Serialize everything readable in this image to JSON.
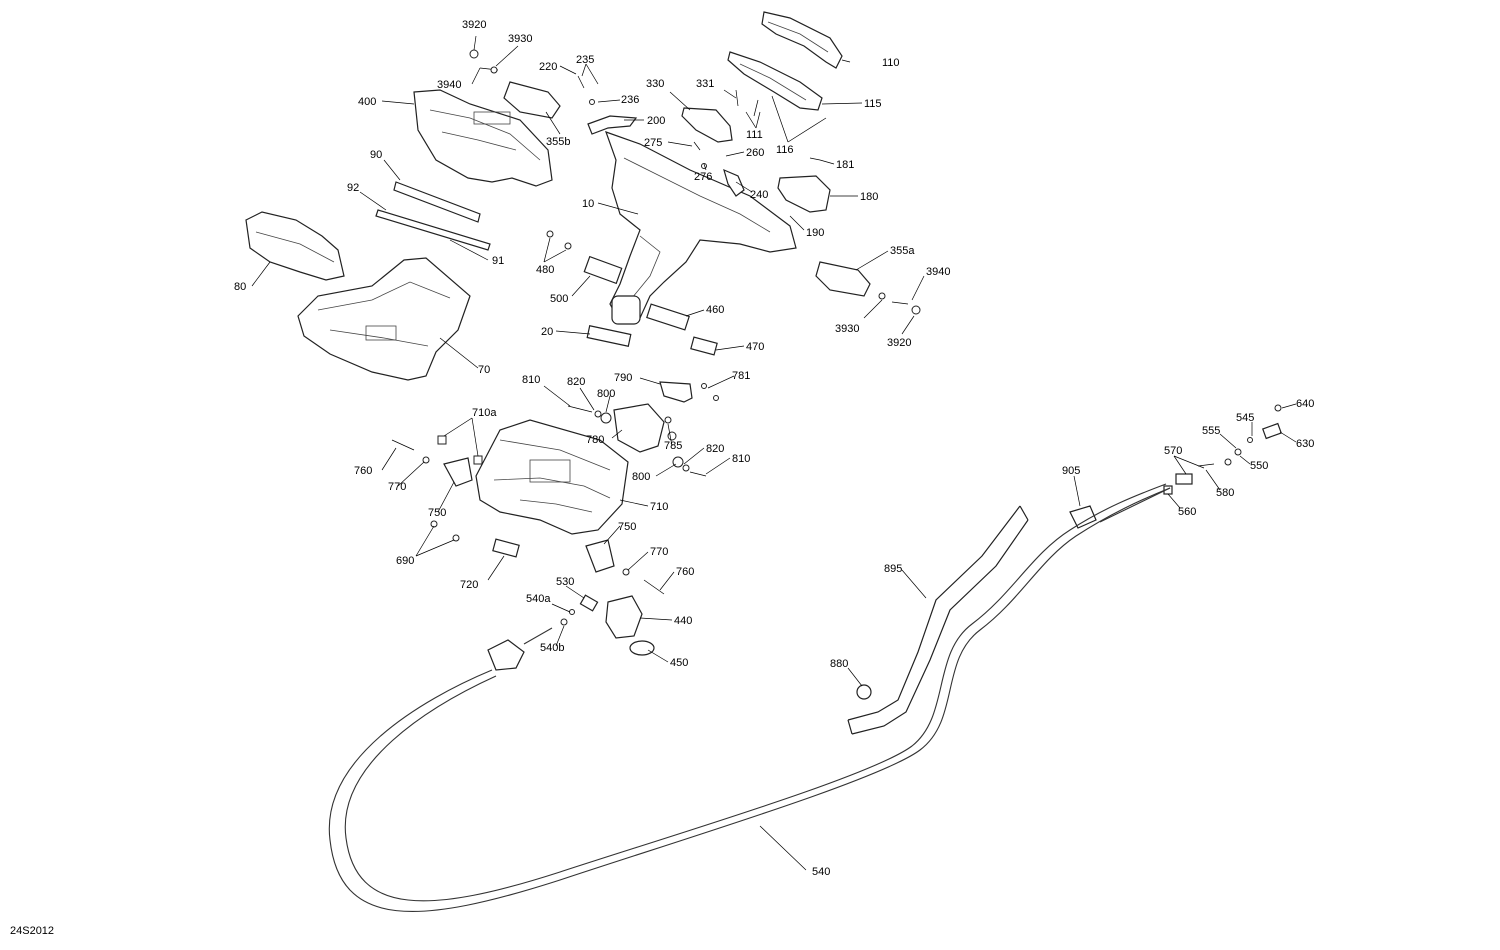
{
  "diagram": {
    "reference": "24S2012",
    "callouts": [
      "3920",
      "3930",
      "3940",
      "235",
      "220",
      "236",
      "355b",
      "200",
      "400",
      "330",
      "331",
      "110",
      "115",
      "111",
      "116",
      "181",
      "275",
      "260",
      "276",
      "240",
      "180",
      "90",
      "92",
      "80",
      "91",
      "10",
      "190",
      "480",
      "500",
      "355a",
      "3940",
      "3930",
      "3920",
      "460",
      "20",
      "470",
      "70",
      "810",
      "820",
      "800",
      "790",
      "781",
      "710a",
      "780",
      "785",
      "760",
      "770",
      "750",
      "820",
      "800",
      "810",
      "710",
      "690",
      "720",
      "750",
      "770",
      "760",
      "530",
      "540a",
      "440",
      "540b",
      "450",
      "640",
      "545",
      "630",
      "555",
      "550",
      "570",
      "580",
      "905",
      "560",
      "895",
      "880",
      "540"
    ]
  }
}
